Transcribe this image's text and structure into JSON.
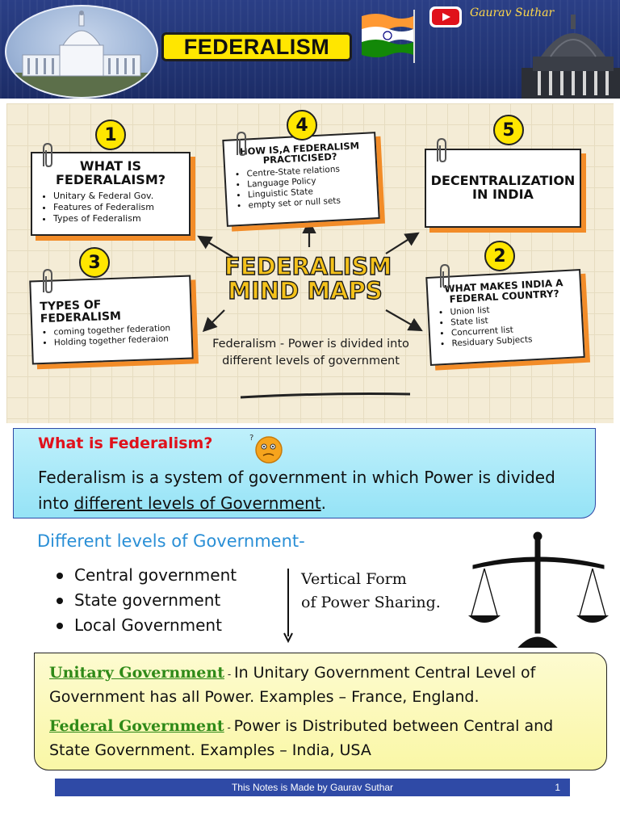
{
  "header": {
    "title": "FEDERALISM",
    "author": "Gaurav Suthar",
    "colors": {
      "band": "#223575",
      "title_bg": "#ffe600"
    }
  },
  "mindmap": {
    "center_title_line1": "FEDERALISM",
    "center_title_line2": "MIND MAPS",
    "center_subtitle": "Federalism - Power is divided into different levels of government",
    "cards": [
      {
        "number": "1",
        "title_line1": "WHAT IS",
        "title_line2": "FEDERALAISM?",
        "items": [
          "Unitary & Federal Gov.",
          "Features of Federalism",
          "Types of Federalism"
        ]
      },
      {
        "number": "4",
        "title_line1": "HOW IS,A FEDERALISM",
        "title_line2": "PRACTICISED?",
        "items": [
          "Centre-State relations",
          "Language Policy",
          "Linguistic State",
          "empty set or null sets"
        ]
      },
      {
        "number": "5",
        "title_line1": "DECENTRALIZATION",
        "title_line2": "IN INDIA",
        "items": []
      },
      {
        "number": "3",
        "title_line1": "TYPES OF FEDERALISM",
        "title_line2": "",
        "items": [
          "coming together federation",
          "Holding together federaion"
        ]
      },
      {
        "number": "2",
        "title_line1": "WHAT MAKES INDIA A",
        "title_line2": "FEDERAL COUNTRY?",
        "items": [
          "Union list",
          "State list",
          "Concurrent list",
          "Residuary Subjects"
        ]
      }
    ]
  },
  "definition": {
    "question": "What is Federalism?",
    "text_before": "Federalism is a system of government in which Power is divided into ",
    "text_underlined": "different levels of Government",
    "text_after": "."
  },
  "levels": {
    "heading": "Different levels of Government-",
    "items": [
      "Central government",
      "State government",
      "Local Government"
    ],
    "note_line1": "Vertical Form",
    "note_line2": "of Power Sharing."
  },
  "types": {
    "unitary_label": "Unitary Government",
    "unitary_sep": " - ",
    "unitary_text": "In Unitary Government Central Level of Government has all Power. Examples – France, England.",
    "federal_label": "Federal Government",
    "federal_sep": " - ",
    "federal_text": "Power is Distributed between Central and State Government. Examples – India, USA"
  },
  "footer": {
    "text": "This Notes is Made by Gaurav Suthar",
    "page": "1"
  }
}
